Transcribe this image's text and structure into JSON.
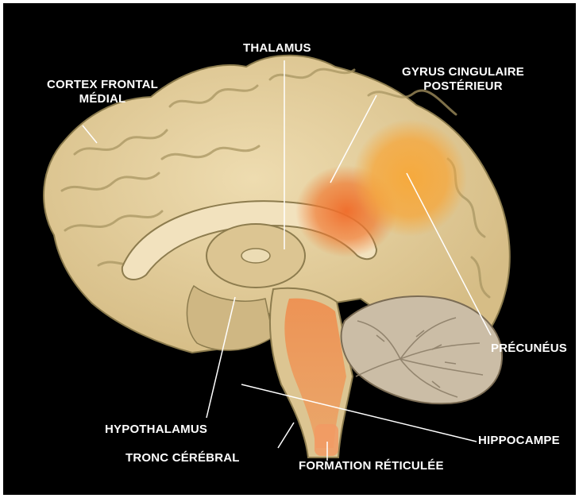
{
  "labels": {
    "thalamus": "THALAMUS",
    "cortex_frontal_medial": [
      "CORTEX FRONTAL",
      "MÉDIAL"
    ],
    "gyrus_cingulaire_posterieur": [
      "GYRUS CINGULAIRE",
      "POSTÉRIEUR"
    ],
    "precuneus": "PRÉCUNÉUS",
    "hypothalamus": "HYPOTHALAMUS",
    "hippocampe": "HIPPOCAMPE",
    "tronc_cerebral": "TRONC CÉRÉBRAL",
    "formation_reticulee": "FORMATION RÉTICULÉE"
  },
  "colors": {
    "background": "#000000",
    "label_text": "#ffffff",
    "brain_tissue": "#e3cd9c",
    "cerebellum": "#cbbda6",
    "highlight_cingulate": "#f07a32",
    "highlight_precuneus": "#f6a63a",
    "highlight_brainstem": "#f08a4a"
  }
}
